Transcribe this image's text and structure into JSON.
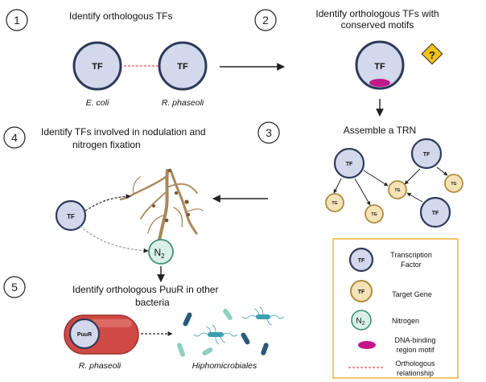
{
  "steps": [
    {
      "number": "1",
      "title": "Identify orthologous TFs"
    },
    {
      "number": "2",
      "title_line1": "Identify orthologous TFs with",
      "title_line2": "conserved motifs"
    },
    {
      "number": "3",
      "title": "Assemble a TRN"
    },
    {
      "number": "4",
      "title_line1": "Identify TFs involved in nodulation and",
      "title_line2": "nitrogen fixation"
    },
    {
      "number": "5",
      "title_line1": "Identify orthologous PuuR in other",
      "title_line2": "bacteria"
    }
  ],
  "step1": {
    "node_label": "TF",
    "organism_left": "E. coli",
    "organism_right": "R. phaseoli"
  },
  "step2": {
    "node_label": "TF",
    "warning_glyph": "?"
  },
  "trn": {
    "tf_label": "TF",
    "tg_label": "TG"
  },
  "step4": {
    "tf_label": "TF",
    "n2_base": "N",
    "n2_sub": "2"
  },
  "step5": {
    "puur_label": "PuuR",
    "organism_left": "R. phaseoli",
    "organism_right": "Hiphomicrobiales"
  },
  "legend": {
    "tf_label": "TF",
    "tf_text_line1": "Transcription",
    "tf_text_line2": "Factor",
    "tg_label": "TF",
    "tg_text": "Target Gene",
    "n2_base": "N",
    "n2_sub": "2",
    "n2_text": "Nitrogen",
    "motif_text_line1": "DNA-binding",
    "motif_text_line2": "region motif",
    "ortho_text_line1": "Orthologous",
    "ortho_text_line2": "relationship"
  },
  "colors": {
    "tf_fill": "#d3d8ec",
    "tf_stroke": "#2f3a5a",
    "tg_fill": "#f5e3b8",
    "tg_stroke": "#b08a3e",
    "n2_fill": "#d9f0e8",
    "n2_stroke": "#3f8f79",
    "motif": "#c2188b",
    "ortho_line": "#d9534f",
    "warning": "#f2c318",
    "cell_fill": "#cf4a45",
    "legend_border": "#f0b041",
    "root": "#a9875a"
  }
}
